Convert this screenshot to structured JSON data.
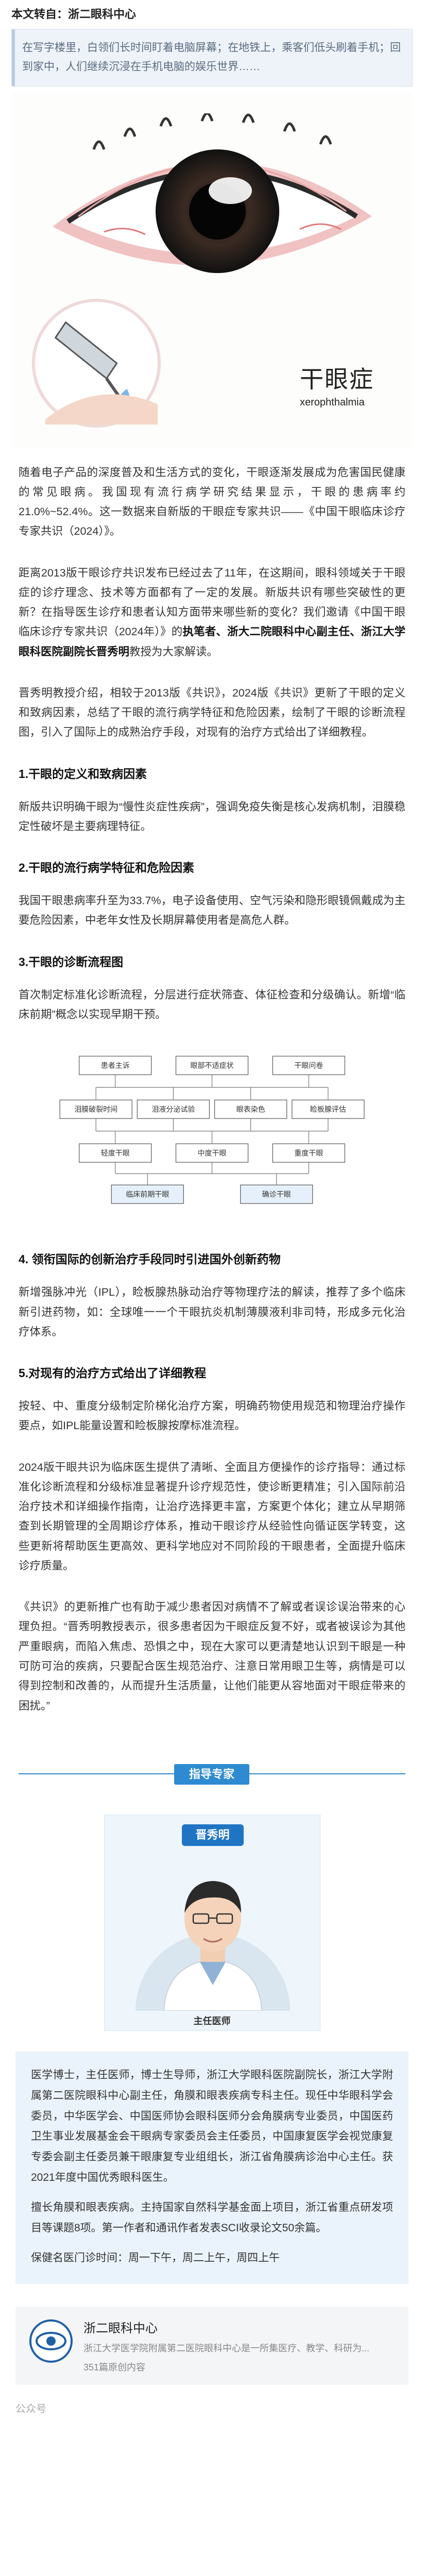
{
  "source": {
    "text": "本文转自：浙二眼科中心"
  },
  "intro": {
    "text": "在写字楼里，白领们长时间盯着电脑屏幕；在地铁上，乘客们低头刷着手机；回到家中，人们继续沉浸在手机电脑的娱乐世界……"
  },
  "hero": {
    "title": "干眼症",
    "subtitle": "xerophthalmia"
  },
  "article": {
    "p1": "随着电子产品的深度普及和生活方式的变化，干眼逐渐发展成为危害国民健康的常见眼病。我国现有流行病学研究结果显示，干眼的患病率约 21.0%~52.4%。这一数据来自新版的干眼症专家共识——《中国干眼临床诊疗专家共识（2024）》。",
    "p2_a": "距离2013版干眼诊疗共识发布已经过去了11年，在这期间，眼科领域关于干眼症的诊疗理念、技术等方面都有了一定的发展。新版共识有哪些突破性的更新？在指导医生诊疗和患者认知方面带来哪些新的变化？我们邀请《中国干眼临床诊疗专家共识（2024年）》的",
    "p2_bold": "执笔者、浙大二院眼科中心副主任、浙江大学眼科医院副院长晋秀明",
    "p2_b": "教授为大家解读。",
    "p3": "晋秀明教授介绍，相较于2013版《共识》，2024版《共识》更新了干眼的定义和致病因素，总结了干眼的流行病学特征和危险因素，绘制了干眼的诊断流程图，引入了国际上的成熟治疗手段，对现有的治疗方式给出了详细教程。",
    "h1": "1.干眼的定义和致病因素",
    "p4": "新版共识明确干眼为“慢性炎症性疾病”，强调免疫失衡是核心发病机制，泪膜稳定性破坏是主要病理特征。",
    "h2": "2.干眼的流行病学特征和危险因素",
    "p5": "我国干眼患病率升至为33.7%，电子设备使用、空气污染和隐形眼镜佩戴成为主要危险因素，中老年女性及长期屏幕使用者是高危人群。",
    "h3": "3.干眼的诊断流程图",
    "p6": "首次制定标准化诊断流程，分层进行症状筛查、体征检查和分级确认。新增“临床前期”概念以实现早期干预。",
    "h4": "4. 领衔国际的创新治疗手段同时引进国外创新药物",
    "p7": "新增强脉冲光（IPL），睑板腺热脉动治疗等物理疗法的解读，推荐了多个临床新引进药物，如：全球唯一一个干眼抗炎机制薄膜液利非司特，形成多元化治疗体系。",
    "h5": "5.对现有的治疗方式给出了详细教程",
    "p8": "按轻、中、重度分级制定阶梯化治疗方案，明确药物使用规范和物理治疗操作要点，如IPL能量设置和睑板腺按摩标准流程。",
    "p9": "2024版干眼共识为临床医生提供了清晰、全面且方便操作的诊疗指导：通过标准化诊断流程和分级标准显著提升诊疗规范性，使诊断更精准；引入国际前沿治疗技术和详细操作指南，让治疗选择更丰富，方案更个体化；建立从早期筛查到长期管理的全周期诊疗体系，推动干眼诊疗从经验性向循证医学转变，这些更新将帮助医生更高效、更科学地应对不同阶段的干眼患者，全面提升临床诊疗质量。",
    "p10": "《共识》的更新推广也有助于减少患者因对病情不了解或者误诊误治带来的心理负担。“晋秀明教授表示，很多患者因为干眼症反复不好，或者被误诊为其他严重眼病，而陷入焦虑、恐惧之中，现在大家可以更清楚地认识到干眼是一种可防可治的疾病，只要配合医生规范治疗、注意日常用眼卫生等，病情是可以得到控制和改善的，从而提升生活质量，让他们能更从容地面对干眼症带来的困扰。”"
  },
  "flow": {
    "row1": [
      "患者主诉",
      "眼部不适症状",
      "干眼问卷"
    ],
    "row2": [
      "泪膜破裂时间",
      "泪液分泌试验",
      "眼表染色",
      "睑板腺评估"
    ],
    "row3": [
      "轻度干眼",
      "中度干眼",
      "重度干眼"
    ],
    "row4": [
      "临床前期干眼",
      "确诊干眼"
    ]
  },
  "expert": {
    "section_label": "指导专家",
    "name": "晋秀明",
    "title": "主任医师",
    "bio1": "医学博士，主任医师，博士生导师，浙江大学眼科医院副院长，浙江大学附属第二医院眼科中心副主任，角膜和眼表疾病专科主任。现任中华眼科学会委员，中华医学会、中国医师协会眼科医师分会角膜病专业委员，中国医药卫生事业发展基金会干眼病专家委员会主任委员，中国康复医学会视觉康复专委会副主任委员兼干眼康复专业组组长，浙江省角膜病诊治中心主任。获2021年度中国优秀眼科医生。",
    "bio2": "擅长角膜和眼表疾病。主持国家自然科学基金面上项目，浙江省重点研发项目等课题8项。第一作者和通讯作者发表SCI收录论文50余篇。",
    "clinic": "保健名医门诊时间：周一下午，周二上午，周四上午"
  },
  "account": {
    "name": "浙二眼科中心",
    "desc": "浙江大学医学院附属第二医院眼科中心是一所集医疗、教学、科研为...",
    "count": "351篇原创内容"
  },
  "footer": {
    "text": "公众号"
  },
  "colors": {
    "accent": "#2e8bd1",
    "expert_badge": "#1f75c4",
    "intro_bg": "#eef3f9"
  }
}
